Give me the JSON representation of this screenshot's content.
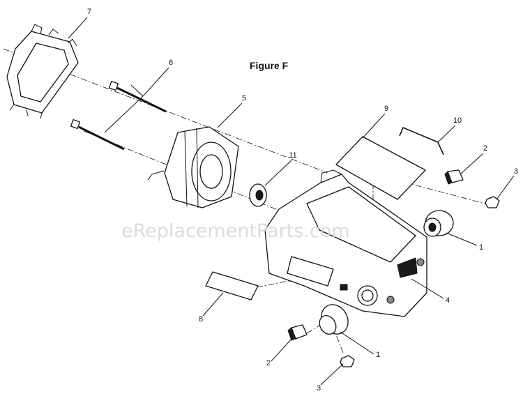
{
  "figure": {
    "title": "Figure F"
  },
  "watermark": "eReplacementParts.com",
  "callouts": [
    {
      "id": "7",
      "label": "7"
    },
    {
      "id": "6",
      "label": "6"
    },
    {
      "id": "5",
      "label": "5"
    },
    {
      "id": "11",
      "label": "11"
    },
    {
      "id": "9",
      "label": "9"
    },
    {
      "id": "10",
      "label": "10"
    },
    {
      "id": "2a",
      "label": "2"
    },
    {
      "id": "3a",
      "label": "3"
    },
    {
      "id": "1a",
      "label": "1"
    },
    {
      "id": "4",
      "label": "4"
    },
    {
      "id": "8",
      "label": "8"
    },
    {
      "id": "1b",
      "label": "1"
    },
    {
      "id": "2b",
      "label": "2"
    },
    {
      "id": "3b",
      "label": "3"
    }
  ]
}
